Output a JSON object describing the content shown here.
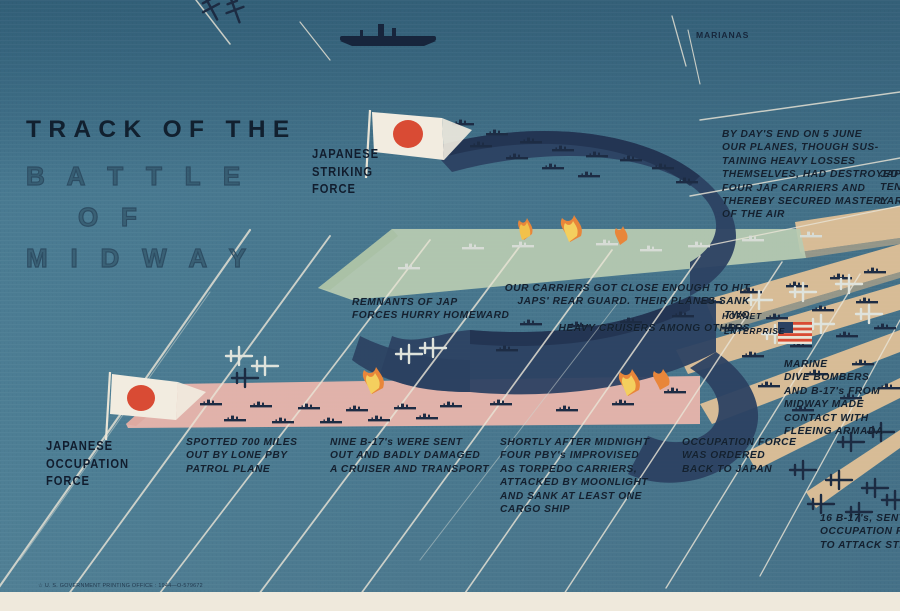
{
  "poster": {
    "title_line1": "TRACK OF THE",
    "title_line2": "B A T T L E",
    "title_line3": "O F",
    "title_line4": "M I D W A Y",
    "credit": "☆ U. S. GOVERNMENT PRINTING OFFICE : 1944—O-579672"
  },
  "force_labels": {
    "striking": "JAPANESE\nSTRIKING\nFORCE",
    "striking_lines": [
      "JAPANESE",
      "STRIKING",
      "FORCE"
    ],
    "occupation_lines": [
      "JAPANESE",
      "OCCUPATION",
      "FORCE"
    ]
  },
  "place_labels": {
    "marianas": "MARIANAS"
  },
  "ship_labels": {
    "hornet": "HORNET",
    "enterprise": "ENTERPRISE"
  },
  "annotations": {
    "days_end": [
      "BY DAY'S END ON 5 JUNE",
      "OUR PLANES, THOUGH SUS-",
      "TAINING HEAVY LOSSES",
      "THEMSELVES, HAD DESTROYED",
      "FOUR JAP CARRIERS AND",
      "THEREBY SECURED MASTERY",
      "OF THE AIR"
    ],
    "right_clipped_top": [
      "JAP",
      "TEN",
      "LAR"
    ],
    "our_carriers": [
      "OUR CARRIERS GOT CLOSE ENOUGH TO HIT",
      "JAPS' REAR GUARD. THEIR PLANES SANK TWO",
      "HEAVY CRUISERS AMONG OTHERS"
    ],
    "remnants": [
      "REMNANTS OF JAP",
      "FORCES HURRY HOMEWARD"
    ],
    "spotted": [
      "SPOTTED 700 MILES",
      "OUT BY LONE PBY",
      "PATROL PLANE"
    ],
    "nine_b17": [
      "NINE B-17's WERE SENT",
      "OUT AND BADLY DAMAGED",
      "A CRUISER AND TRANSPORT"
    ],
    "midnight": [
      "SHORTLY AFTER MIDNIGHT",
      "FOUR PBY's IMPROVISED",
      "AS TORPEDO CARRIERS,",
      "ATTACKED BY MOONLIGHT",
      "AND SANK AT LEAST ONE",
      "CARGO SHIP"
    ],
    "occupation_ordered": [
      "OCCUPATION FORCE",
      "WAS ORDERED",
      "BACK TO JAPAN"
    ],
    "marine_dive": [
      "MARINE",
      "DIVE BOMBERS",
      "AND B-17's FROM",
      "MIDWAY MADE",
      "CONTACT WITH",
      "FLEEING ARMADA"
    ],
    "sixteen_b17": [
      "16 B-17's, SENT",
      "OCCUPATION FO",
      "TO ATTACK STR"
    ]
  },
  "colors": {
    "sea": "#4a7b92",
    "sea_deep": "#3d6b82",
    "ink": "#16243a",
    "navy_arrow": "#2b3f5e",
    "navy_arrow_dark": "#223350",
    "green_wedge": "#b9ccb3",
    "pink_wedge": "#eab6ad",
    "tan_beam": "#e8c79b",
    "cream": "#efe9dc",
    "flag_red": "#d94b34",
    "flag_white": "#f2ede2",
    "fire_orange": "#e8863a",
    "contrail": "#e9e4d6"
  }
}
